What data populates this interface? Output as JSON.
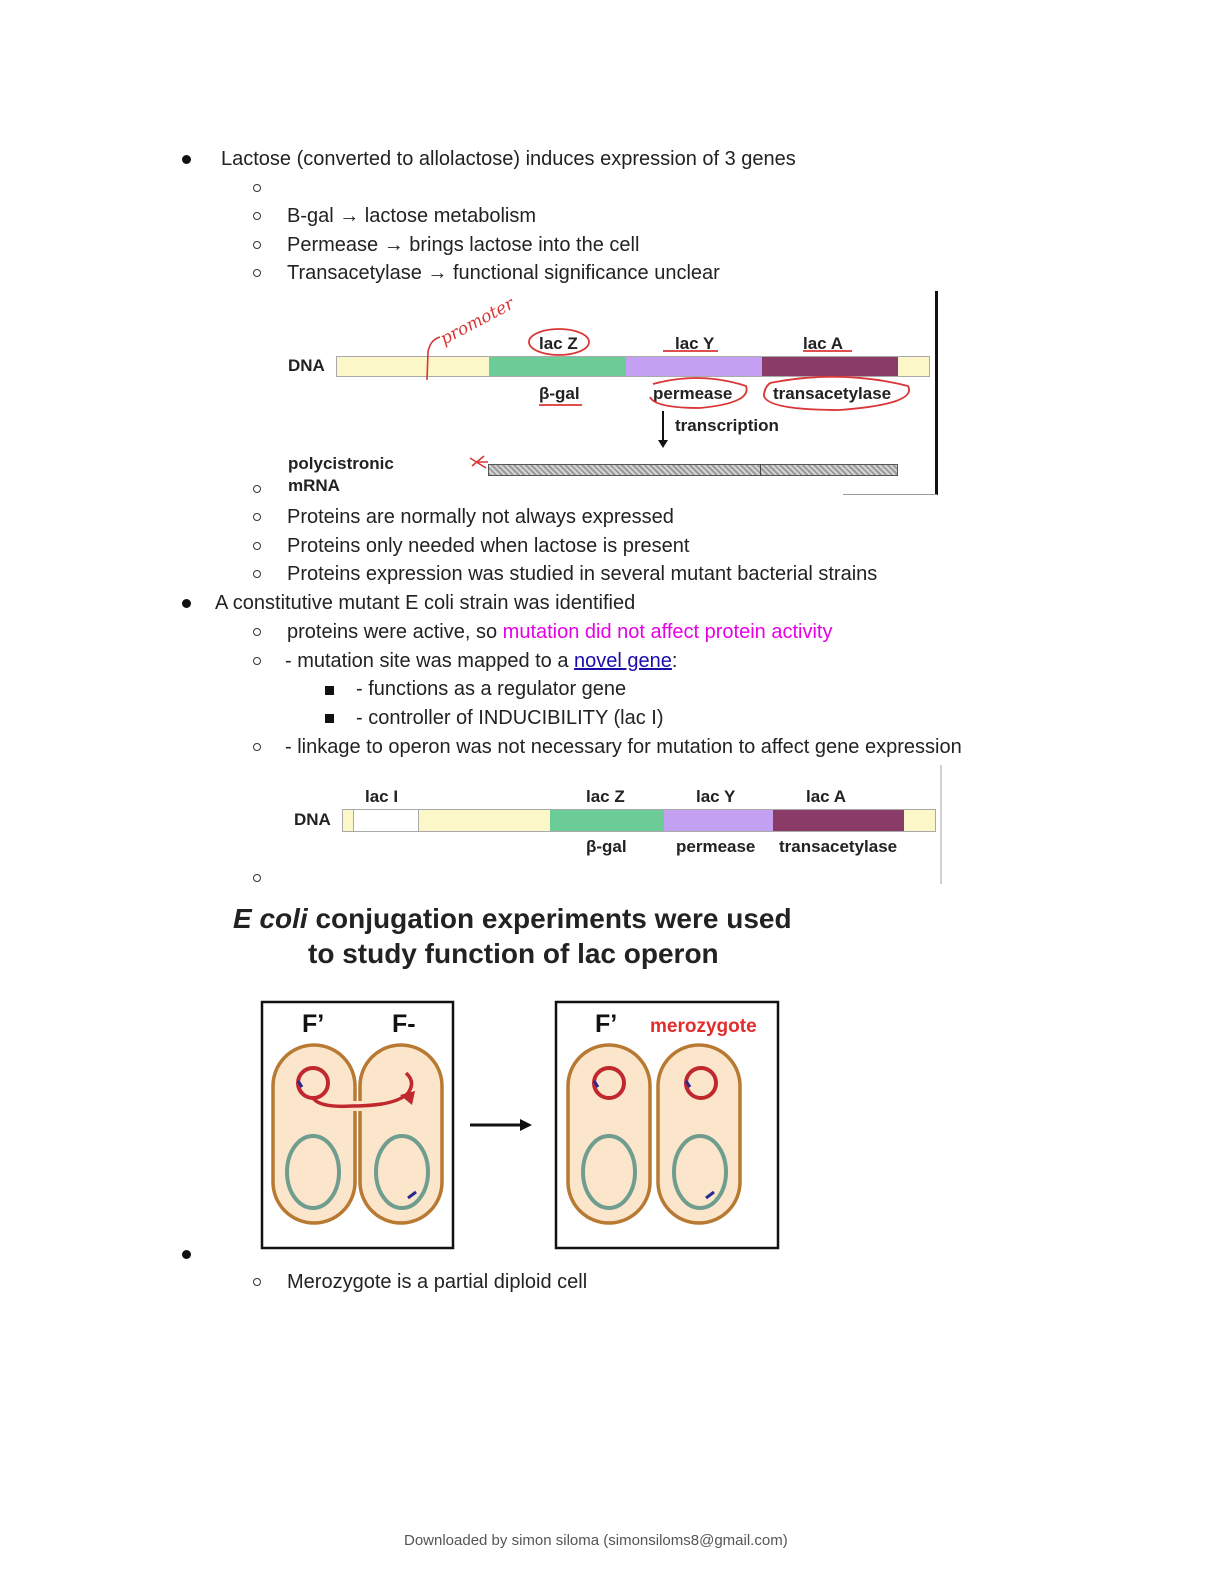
{
  "section1": {
    "main": "Lactose (converted to allolactose) induces expression of 3 genes",
    "items": [
      "B-gal → lactose metabolism",
      "Permease → brings lactose into the cell",
      "Transacetylase → functional significance unclear"
    ]
  },
  "diagram1": {
    "dna_label": "DNA",
    "genes": [
      "lac Z",
      "lac Y",
      "lac A"
    ],
    "products": [
      "β-gal",
      "permease",
      "transacetylase"
    ],
    "transcription": "transcription",
    "mrna_label_1": "polycistronic",
    "mrna_label_2": "mRNA",
    "handwritten": "promoter",
    "colors": {
      "promoter": "#fbf7c8",
      "lacZ": "#6ccc97",
      "lacY": "#c3a0f2",
      "lacA": "#8b3b67",
      "ink": "#d93636"
    }
  },
  "section1b": {
    "items": [
      "Proteins are normally not always expressed",
      "Proteins only needed when lactose is present",
      "Proteins expression was studied in several mutant bacterial strains"
    ]
  },
  "section2": {
    "main": "A constitutive mutant E coli strain was identified",
    "item1_a": "proteins were active, so ",
    "item1_b": "mutation did not affect protein activity",
    "item2_a": "- mutation site was mapped to a ",
    "item2_link": "novel gene",
    "item2_c": ":",
    "sub": [
      "- functions as a regulator gene",
      "- controller of INDUCIBILITY (lac I)"
    ],
    "item3": "- linkage to operon was not necessary for mutation to affect gene expression"
  },
  "diagram2": {
    "dna_label": "DNA",
    "genes": [
      "lac I",
      "lac Z",
      "lac Y",
      "lac A"
    ],
    "products": [
      "β-gal",
      "permease",
      "transacetylase"
    ]
  },
  "conjugation": {
    "title_em": "E coli",
    "title_rest": " conjugation experiments were used",
    "title_line2": "to study function of lac operon",
    "left_labels": [
      "F’",
      "F-"
    ],
    "right_label": "F’",
    "merozygote": "merozygote",
    "colors": {
      "cell_fill": "#fbe6cc",
      "cell_stroke": "#b87932",
      "plasmid": "#c0282e",
      "chromosome": "#6f9e8f"
    }
  },
  "section3": {
    "item": "Merozygote is a partial diploid cell"
  },
  "footer": "Downloaded by simon siloma (simonsiloms8@gmail.com)"
}
